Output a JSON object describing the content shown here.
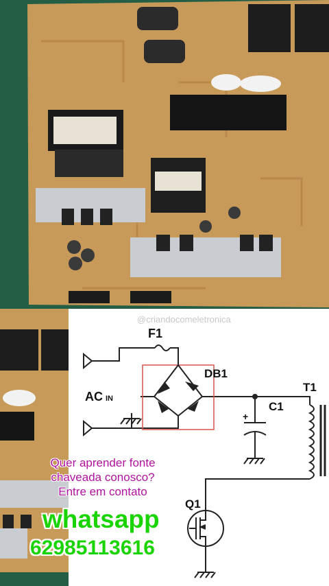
{
  "colors": {
    "pcb_green": "#245e45",
    "board_tan": "#c79a5a",
    "heatsink": "#c9cdd2",
    "promo_magenta": "#b0129f",
    "whatsapp_green": "#19d400",
    "bridge_box": "#d9534f"
  },
  "watermark": "@criandocomeletronica",
  "schematic": {
    "labels": {
      "fuse": "F1",
      "bridge": "DB1",
      "ac_in": "AC",
      "ac_in_sub": "IN",
      "capacitor": "C1",
      "transformer": "T1",
      "transistor": "Q1",
      "plus": "+"
    }
  },
  "promo": {
    "line1": "Quer aprender fonte",
    "line2": "chaveada conosco?",
    "line3": "Entre em contato",
    "channel": "whatsapp",
    "phone": "62985113616"
  },
  "icons": {
    "pcb_photo": "circuit-board-photo",
    "fuse": "fuse-icon",
    "diode": "diode-icon",
    "ground": "ground-icon",
    "capacitor": "capacitor-icon",
    "coil": "transformer-coil-icon",
    "mosfet": "mosfet-icon"
  }
}
